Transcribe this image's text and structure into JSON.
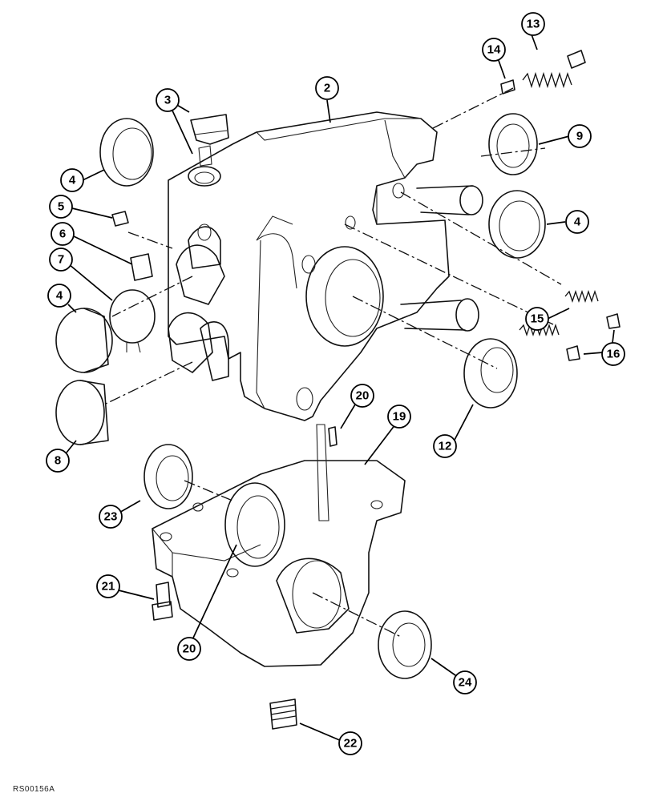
{
  "drawing": {
    "reference_code": "RS00156A"
  },
  "callouts": [
    {
      "id": "c2",
      "label": "2"
    },
    {
      "id": "c3",
      "label": "3"
    },
    {
      "id": "c4a",
      "label": "4"
    },
    {
      "id": "c4b",
      "label": "4"
    },
    {
      "id": "c4c",
      "label": "4"
    },
    {
      "id": "c5",
      "label": "5"
    },
    {
      "id": "c6",
      "label": "6"
    },
    {
      "id": "c7",
      "label": "7"
    },
    {
      "id": "c8",
      "label": "8"
    },
    {
      "id": "c9",
      "label": "9"
    },
    {
      "id": "c12",
      "label": "12"
    },
    {
      "id": "c13",
      "label": "13"
    },
    {
      "id": "c14",
      "label": "14"
    },
    {
      "id": "c15",
      "label": "15"
    },
    {
      "id": "c16",
      "label": "16"
    },
    {
      "id": "c19",
      "label": "19"
    },
    {
      "id": "c20a",
      "label": "20"
    },
    {
      "id": "c20b",
      "label": "20"
    },
    {
      "id": "c21",
      "label": "21"
    },
    {
      "id": "c22",
      "label": "22"
    },
    {
      "id": "c23",
      "label": "23"
    },
    {
      "id": "c24",
      "label": "24"
    }
  ]
}
